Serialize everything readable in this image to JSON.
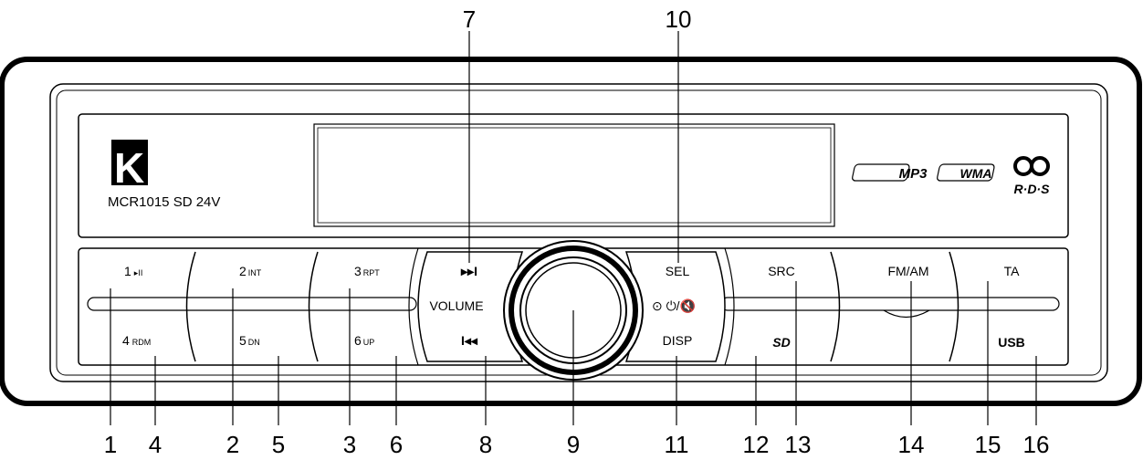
{
  "brand": {
    "logo_letter": "K",
    "model": "MCR1015 SD 24V"
  },
  "badges": {
    "mp3": "MP3",
    "wma": "WMA",
    "rds": "R·D·S"
  },
  "buttons": {
    "preset1": {
      "digit": "1",
      "sub": "▸II"
    },
    "preset2": {
      "digit": "2",
      "sub": "INT"
    },
    "preset3": {
      "digit": "3",
      "sub": "RPT"
    },
    "preset4": {
      "digit": "4",
      "sub": "RDM"
    },
    "preset5": {
      "digit": "5",
      "sub": "DN"
    },
    "preset6": {
      "digit": "6",
      "sub": "UP"
    },
    "next": "▸▸I",
    "prev": "I◂◂",
    "volume": "VOLUME",
    "sel": "SEL",
    "power": "⊙ ⏻/🔇",
    "disp": "DISP",
    "src": "SRC",
    "fmam": "FM/AM",
    "ta": "TA",
    "sd": "SD",
    "usb": "USB"
  },
  "callouts": {
    "top": [
      "7",
      "10"
    ],
    "bottom": [
      "1",
      "4",
      "2",
      "5",
      "3",
      "6",
      "8",
      "9",
      "11",
      "12",
      "13",
      "14",
      "15",
      "16"
    ]
  }
}
